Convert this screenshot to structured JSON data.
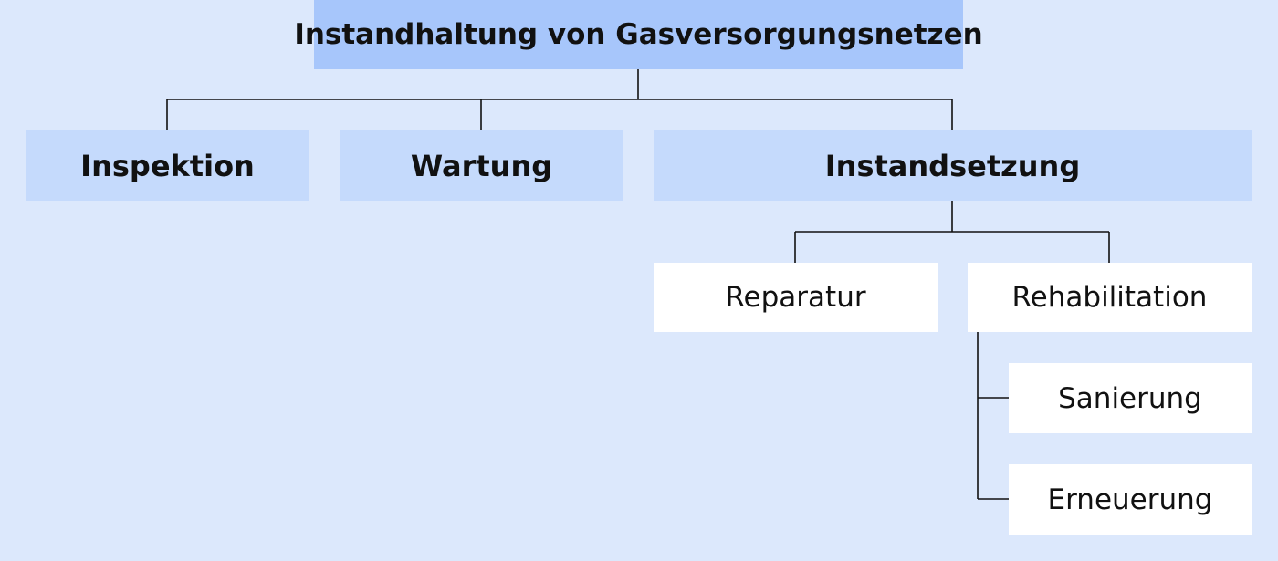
{
  "diagram": {
    "root": {
      "label": "Instandhaltung von Gasversorgungsnetzen"
    },
    "level1": [
      {
        "label": "Inspektion"
      },
      {
        "label": "Wartung"
      },
      {
        "label": "Instandsetzung"
      }
    ],
    "instandsetzung_children": [
      {
        "label": "Reparatur"
      },
      {
        "label": "Rehabilitation"
      }
    ],
    "rehabilitation_children": [
      {
        "label": "Sanierung"
      },
      {
        "label": "Erneuerung"
      }
    ]
  },
  "colors": {
    "background": "#dce8fc",
    "root_fill": "#a7c6fb",
    "level1_fill": "#c5dafc",
    "leaf_fill": "#ffffff",
    "connector": "#111111"
  }
}
